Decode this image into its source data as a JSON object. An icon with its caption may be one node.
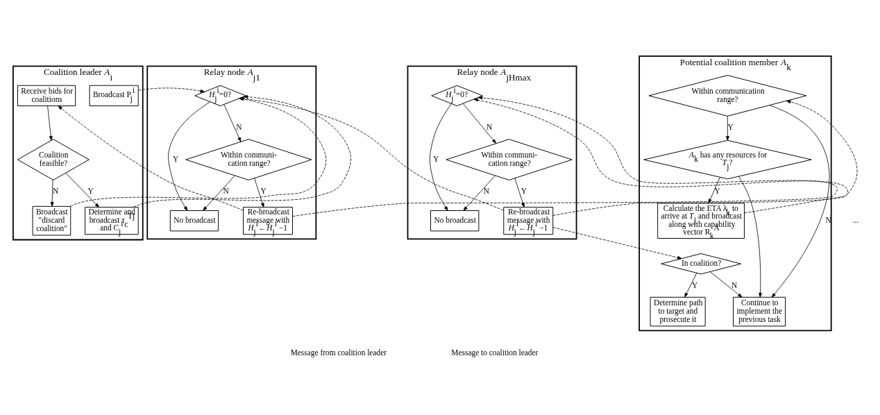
{
  "diagram": {
    "nodes": [
      {
        "text": [
          "Coalition leader *A*$_{i}$"
        ]
      },
      {
        "text": [
          "Broadcast P$_{j}$$^{i}$"
        ],
        "in": 0
      },
      {
        "text": [
          "Receive bids for coalitions"
        ],
        "in": 0
      },
      {
        "text": [
          "Coalition feasible?"
        ],
        "in": 0
      },
      {
        "text": [
          "Broadcast ″discard coalition″"
        ],
        "in": 0
      },
      {
        "text": [
          "Determine and broadcast τ$_{c}$$^{Tj}$ and C$_{j}$$^{i}$"
        ],
        "in": 0
      },
      {
        "text": [
          "Relay node *A*$_{j1}$"
        ]
      },
      {
        "text": [
          "*H*$_{j}$$^{i}$=0?"
        ],
        "in": 6
      },
      {
        "text": [
          "No broadcast"
        ],
        "in": 6
      },
      {
        "text": [
          "Within communi- cation range?"
        ],
        "in": 6
      },
      {
        "text": [
          "Re-broadcast message with *H*$_{j}$$^{i}$←*H*$_{j}$$^{i}$ −1"
        ],
        "in": 6
      },
      {
        "text": [
          "Relay node *A*$_{jHmax}$"
        ]
      },
      {
        "text": [
          "*H*$_{j}$$^{i}$=0?"
        ],
        "in": 11
      },
      {
        "text": [
          "No broadcast"
        ],
        "in": 11
      },
      {
        "text": [
          "Within communi- cation range?"
        ],
        "in": 11
      },
      {
        "text": [
          "Re-broadcast message with *H*$_{j}$$^{i}$←*H*$_{j}$$^{i}$ −1"
        ],
        "in": 11
      },
      {
        "text": [
          "Potential coalition member *A*$_{k}$"
        ]
      },
      {
        "text": [
          "Within communication range?"
        ],
        "in": 16
      },
      {
        "text": [
          "*A*$_{k}$ has any resources for *T*$_{j}$?"
        ],
        "in": 16
      },
      {
        "text": [
          "Calculate the ETA λ$_{k}$ to arrive at *T*$_{j}$ and broadcast along with capability vector R$_{k}$$^{A}$"
        ],
        "in": 16
      },
      {
        "text": [
          "Continue to implement the previous task"
        ],
        "in": 16
      },
      {
        "text": [
          "In coalition?"
        ],
        "in": 16
      },
      {
        "text": [
          "Determine path to target and prosecute it"
        ],
        "in": 16
      }
    ],
    "edges": [
      {
        "from": 2,
        "to": 3,
        "arrow": "to"
      },
      {
        "from": 3,
        "to": 4,
        "arrow": "to",
        "label": "N"
      },
      {
        "from": 3,
        "to": 5,
        "arrow": "to",
        "label": "Y"
      },
      {
        "from": 7,
        "to": 8,
        "arrow": "to",
        "label": "Y"
      },
      {
        "from": 7,
        "to": 9,
        "arrow": "to",
        "label": "N"
      },
      {
        "from": 9,
        "to": 8,
        "arrow": "to",
        "label": "N"
      },
      {
        "from": 9,
        "to": 10,
        "arrow": "to",
        "label": "Y"
      },
      {
        "from": 12,
        "to": 13,
        "arrow": "to",
        "label": "Y"
      },
      {
        "from": 12,
        "to": 14,
        "arrow": "to",
        "label": "N"
      },
      {
        "from": 14,
        "to": 13,
        "arrow": "to",
        "label": "N"
      },
      {
        "from": 14,
        "to": 15,
        "arrow": "to",
        "label": "Y"
      },
      {
        "from": 17,
        "to": 20,
        "arrow": "to",
        "label": "N"
      },
      {
        "from": 17,
        "to": 18,
        "arrow": "to",
        "label": "Y"
      },
      {
        "from": 18,
        "to": 20,
        "arrow": "to"
      },
      {
        "from": 18,
        "to": 19,
        "arrow": "to",
        "label": "Y"
      },
      {
        "from": 21,
        "to": 20,
        "arrow": "to",
        "label": "N"
      },
      {
        "from": 21,
        "to": 22,
        "arrow": "to",
        "label": "Y"
      },
      {
        "from": 1,
        "to": 7,
        "arrow": "to",
        "style": "dashed"
      },
      {
        "from": 4,
        "to": 7,
        "arrow": "to",
        "style": "dashed"
      },
      {
        "from": 5,
        "to": 7,
        "arrow": "to",
        "style": "dashed"
      },
      {
        "from": 10,
        "to": 12,
        "arrow": "to",
        "style": "dashed"
      },
      {
        "from": 15,
        "to": 17,
        "arrow": "to",
        "style": "dashed"
      },
      {
        "from": 15,
        "to": 21,
        "arrow": "to",
        "style": "dashed"
      },
      {
        "from": 19,
        "to": 12,
        "arrow": "to",
        "style": "dashed"
      },
      {
        "from": 15,
        "to": 7,
        "arrow": "to",
        "style": "dashed"
      },
      {
        "from": 10,
        "to": 2,
        "arrow": "to",
        "style": "dashed"
      }
    ],
    "labels": [
      "..."
    ],
    "legend": [
      {
        "text": "Message from coalition leader"
      },
      {
        "text": "Message to coalition leader"
      }
    ]
  }
}
